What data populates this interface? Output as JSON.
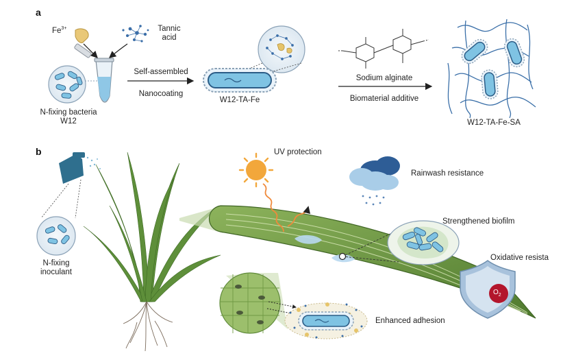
{
  "panels": {
    "a": "a",
    "b": "b"
  },
  "panel_a": {
    "fe_label": "Fe",
    "fe_sup": "3+",
    "tannic_line1": "Tannic",
    "tannic_line2": "acid",
    "bacteria_line1": "N-fixing bacteria",
    "bacteria_line2": "W12",
    "self_assembled": "Self-assembled",
    "nanocoating": "Nanocoating",
    "w12_ta_fe": "W12-TA-Fe",
    "sodium_alginate": "Sodium alginate",
    "biomaterial_additive": "Biomaterial additive",
    "w12_ta_fe_sa": "W12-TA-Fe-SA"
  },
  "panel_b": {
    "uv_protection": "UV protection",
    "rainwash_resistance": "Rainwash resistance",
    "strengthened_biofilm": "Strengthened biofilm",
    "oxidative_resistance": "Oxidative resista",
    "o2_label": "O",
    "o2_sub": "2",
    "inoculant_line1": "N-fixing",
    "inoculant_line2": "inoculant",
    "enhanced_adhesion": "Enhanced adhesion"
  },
  "colors": {
    "bacteria_fill": "#7fc3e3",
    "bacteria_outline": "#2b5c86",
    "leaf_green": "#5f8a3a",
    "sun": "#f2a73b",
    "cloud_dark": "#2e5d96",
    "cloud_light": "#a9cde8",
    "shield": "#a8c2dc",
    "o2_red": "#b3162c",
    "sprayer": "#2f6f8e",
    "fiber_blue": "#3a6fa8",
    "coating_gold": "#e6c46a"
  }
}
